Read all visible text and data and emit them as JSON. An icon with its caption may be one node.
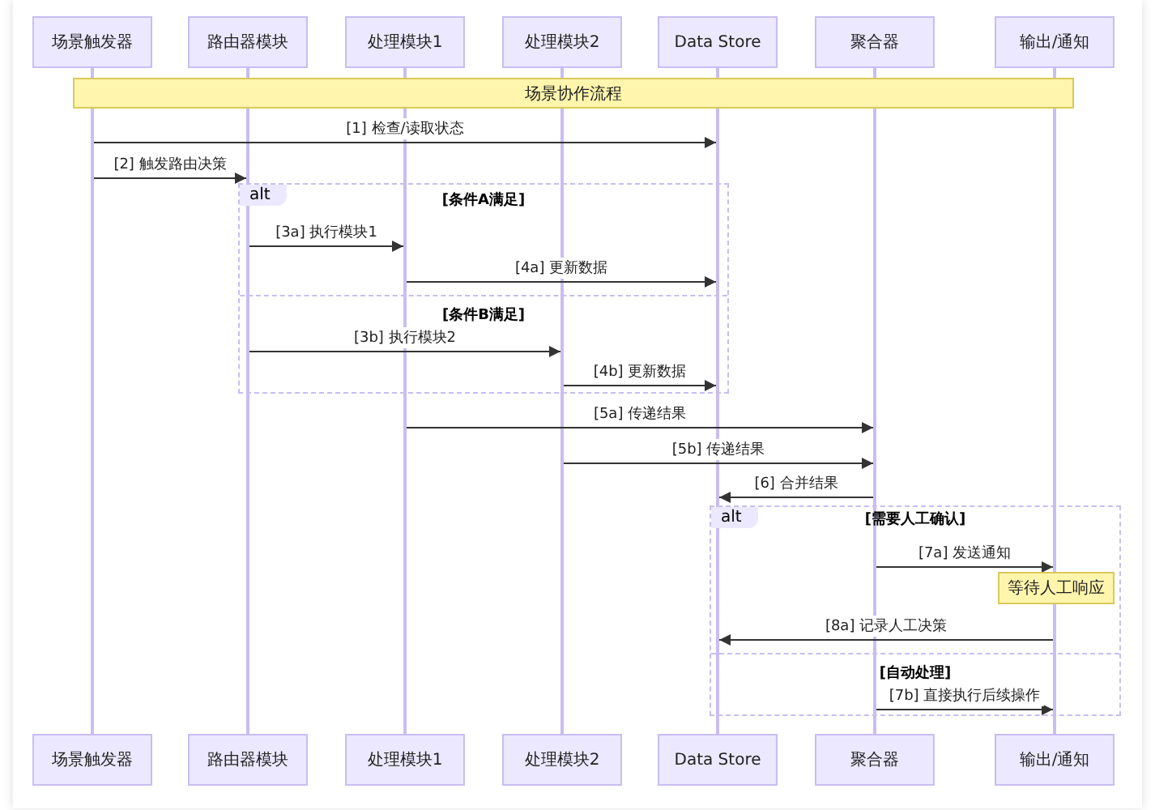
{
  "diagram": {
    "nodes": [
      {
        "text": [
          "场景触发器"
        ]
      },
      {
        "text": [
          "路由器模块"
        ]
      },
      {
        "text": [
          "处理模块1"
        ]
      },
      {
        "text": [
          "处理模块2"
        ]
      },
      {
        "text": [
          "Data Store"
        ]
      },
      {
        "text": [
          "聚合器"
        ]
      },
      {
        "text": [
          "输出/通知"
        ]
      },
      {
        "text": [
          "场景触发器"
        ]
      },
      {
        "text": [
          "路由器模块"
        ]
      },
      {
        "text": [
          "处理模块1"
        ]
      },
      {
        "text": [
          "处理模块2"
        ]
      },
      {
        "text": [
          "Data Store"
        ]
      },
      {
        "text": [
          "聚合器"
        ]
      },
      {
        "text": [
          "输出/通知"
        ]
      },
      {
        "text": [
          "场景协作流程"
        ]
      },
      {
        "text": [
          "等待人工响应"
        ]
      },
      {
        "text": [],
        "shape": "line"
      },
      {
        "text": [],
        "shape": "line"
      },
      {
        "text": [],
        "shape": "line"
      },
      {
        "text": [],
        "shape": "line"
      },
      {
        "text": [],
        "shape": "line"
      },
      {
        "text": [],
        "shape": "line"
      },
      {
        "text": [],
        "shape": "line"
      }
    ],
    "edges": [
      {
        "from": 16,
        "to": 20,
        "arrow": "to",
        "label": "[1] 检查/读取状态"
      },
      {
        "from": 16,
        "to": 17,
        "arrow": "to",
        "label": "[2] 触发路由决策"
      },
      {
        "from": 17,
        "to": 18,
        "arrow": "to",
        "label": "[3a] 执行模块1"
      },
      {
        "from": 18,
        "to": 20,
        "arrow": "to",
        "label": "[4a] 更新数据"
      },
      {
        "from": 17,
        "to": 19,
        "arrow": "to",
        "label": "[3b] 执行模块2"
      },
      {
        "from": 19,
        "to": 20,
        "arrow": "to",
        "label": "[4b] 更新数据"
      },
      {
        "from": 18,
        "to": 21,
        "arrow": "to",
        "label": "[5a] 传递结果"
      },
      {
        "from": 19,
        "to": 21,
        "arrow": "to",
        "label": "[5b] 传递结果"
      },
      {
        "from": 21,
        "to": 20,
        "arrow": "to",
        "label": "[6] 合并结果"
      },
      {
        "from": 21,
        "to": 22,
        "arrow": "to",
        "label": "[7a] 发送通知"
      },
      {
        "from": 22,
        "to": 20,
        "arrow": "to",
        "label": "[8a] 记录人工决策"
      },
      {
        "from": 21,
        "to": 22,
        "arrow": "to",
        "label": "[7b] 直接执行后续操作"
      }
    ],
    "labels": [
      "alt",
      "[条件A满足]",
      "[条件B满足]",
      "alt",
      "[需要人工确认]",
      "[自动处理]"
    ]
  }
}
